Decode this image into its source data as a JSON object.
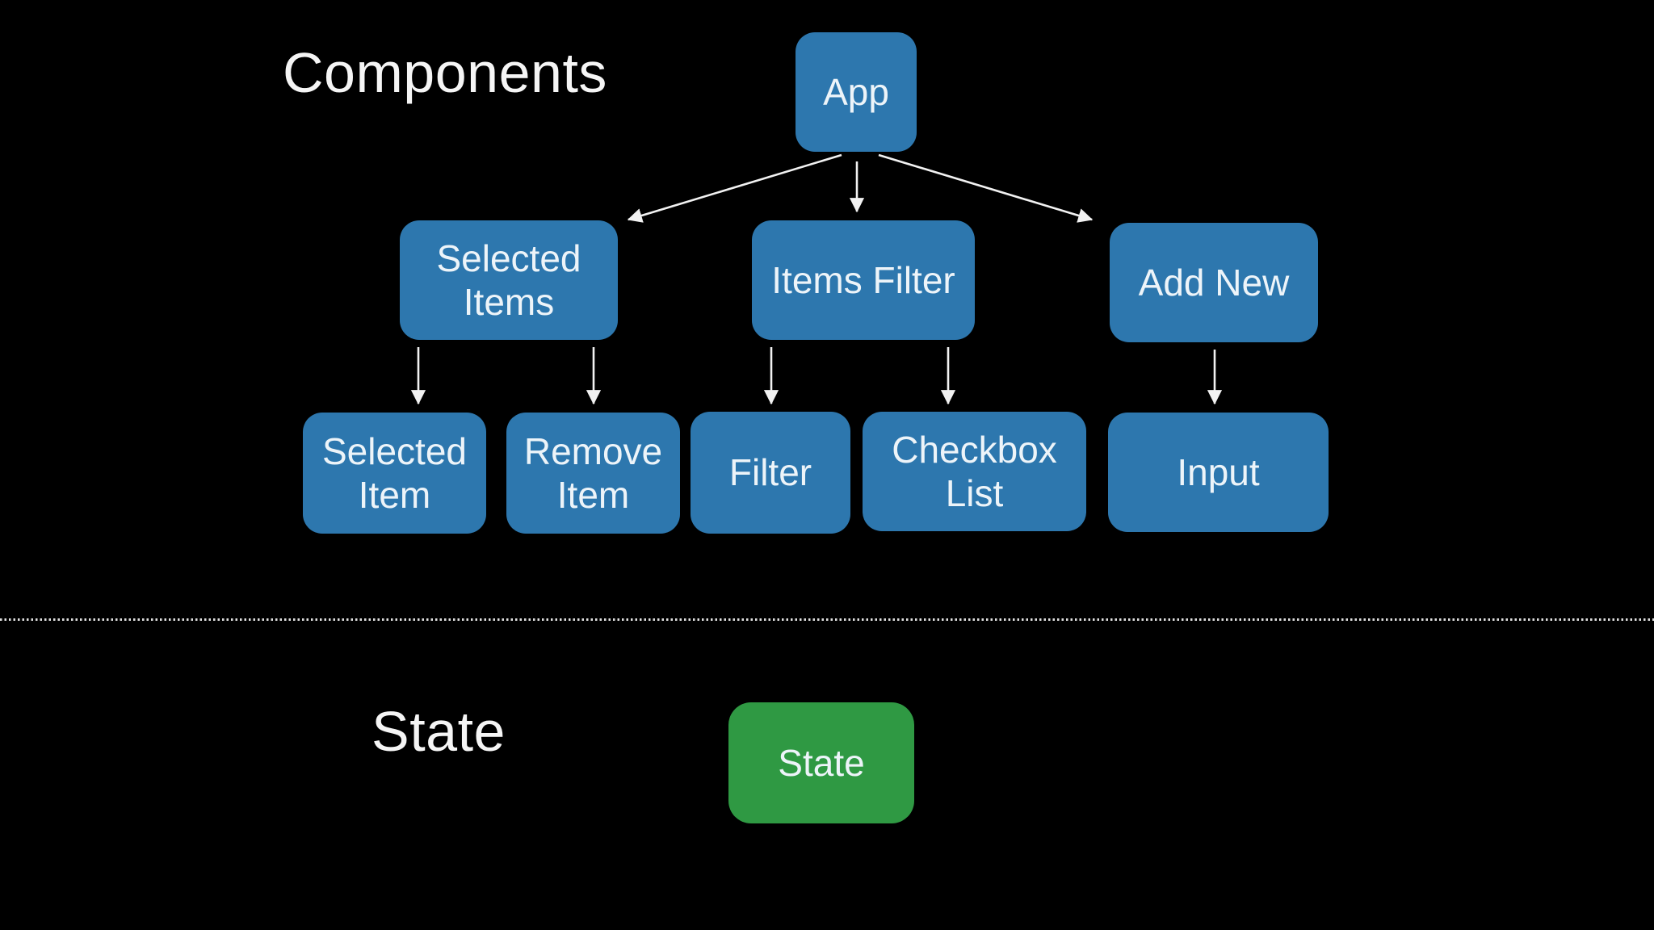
{
  "slide": {
    "type": "component-tree-diagram"
  },
  "components_section": {
    "title": "Components",
    "nodes": {
      "app": {
        "label": "App"
      },
      "selected_items": {
        "label": "Selected Items"
      },
      "items_filter": {
        "label": "Items Filter"
      },
      "add_new": {
        "label": "Add New"
      },
      "selected_item": {
        "label": "Selected Item"
      },
      "remove_item": {
        "label": "Remove Item"
      },
      "filter": {
        "label": "Filter"
      },
      "checkbox_list": {
        "label": "Checkbox List"
      },
      "input": {
        "label": "Input"
      }
    },
    "edges": [
      {
        "from": "App",
        "to": "Selected Items"
      },
      {
        "from": "App",
        "to": "Items Filter"
      },
      {
        "from": "App",
        "to": "Add New"
      },
      {
        "from": "Selected Items",
        "to": "Selected Item"
      },
      {
        "from": "Selected Items",
        "to": "Remove Item"
      },
      {
        "from": "Items Filter",
        "to": "Filter"
      },
      {
        "from": "Items Filter",
        "to": "Checkbox List"
      },
      {
        "from": "Add New",
        "to": "Input"
      }
    ]
  },
  "state_section": {
    "title": "State",
    "nodes": {
      "state": {
        "label": "State"
      }
    }
  },
  "colors": {
    "background": "#000000",
    "component_node_blue": "#2d77ae",
    "state_node_green": "#2f9943",
    "node_text": "#edf4f9",
    "title_text": "#f5f5f5",
    "arrow": "#f2f2f2",
    "divider": "#e0e0e0"
  }
}
